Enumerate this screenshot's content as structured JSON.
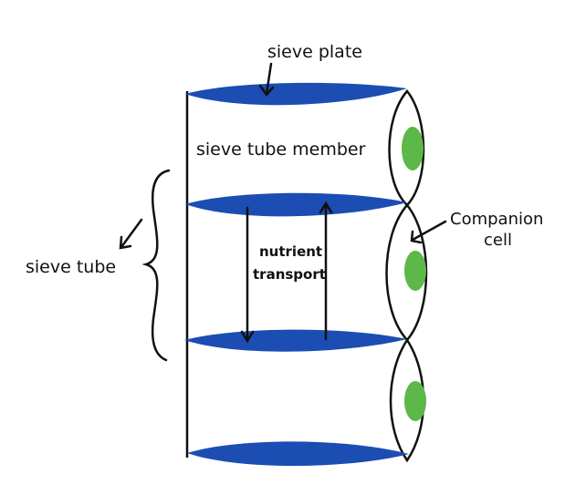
{
  "title": "Phloem sieve tube diagram",
  "colors": {
    "sieve_plate": "#1b4db3",
    "nucleus": "#5cb848",
    "outline": "#111111"
  },
  "labels": {
    "sieve_plate": "sieve plate",
    "sieve_tube_member": "sieve tube member",
    "companion_cell_line1": "Companion",
    "companion_cell_line2": "cell",
    "sieve_tube": "sieve tube",
    "transport_line1": "nutrient",
    "transport_line2": "transport"
  },
  "structure": {
    "sieve_plates": 4,
    "companion_cells": 3,
    "transport_arrows": [
      "down",
      "up"
    ]
  }
}
